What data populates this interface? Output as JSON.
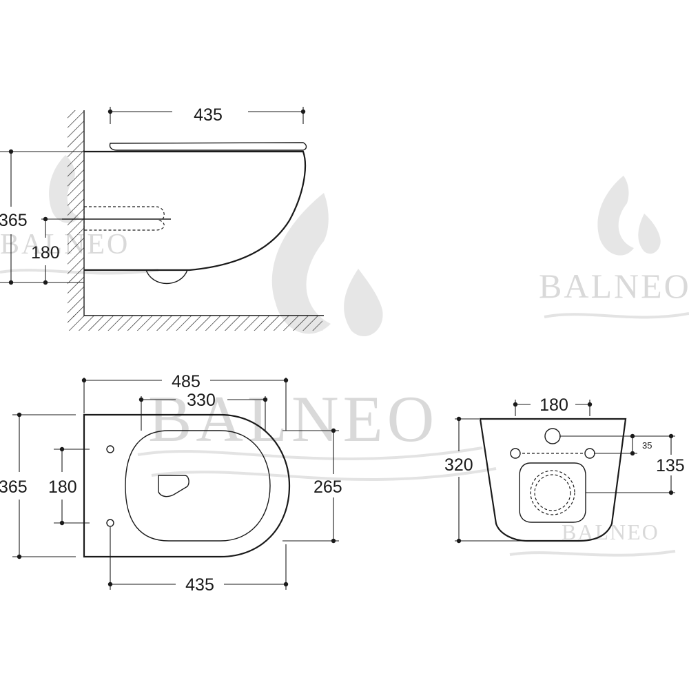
{
  "watermark": {
    "brand": "BALNEO"
  },
  "side_view": {
    "width_label": "435",
    "height_label": "365",
    "outlet_height_label": "180"
  },
  "top_view": {
    "overall_length_label": "485",
    "seat_length_label": "330",
    "overall_width_label": "365",
    "mount_spacing_label": "180",
    "seat_width_label": "265",
    "bottom_length_label": "435"
  },
  "rear_view": {
    "bolt_spacing_label": "180",
    "height_label": "320",
    "small_offset_label": "35",
    "outlet_offset_label": "135"
  },
  "colors": {
    "line": "#1a1a1a",
    "watermark": "#d9d9d9"
  }
}
